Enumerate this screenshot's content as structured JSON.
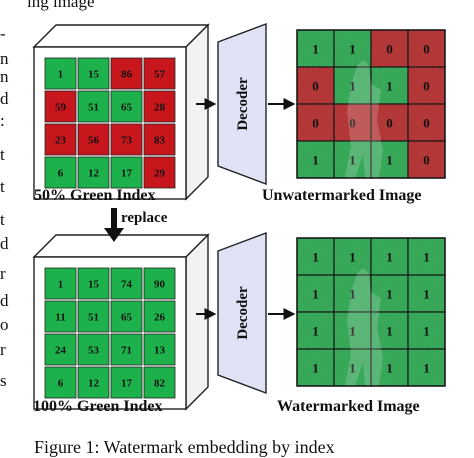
{
  "colors": {
    "green_cell": "#1db14b",
    "red_cell": "#c8161d",
    "decoder_fill": "#dfe3f5",
    "frame": "#222222"
  },
  "top_text_fragment": "ing image",
  "left_margin_text": [
    "-",
    "n",
    "n",
    "d",
    ":",
    "t",
    "t",
    "t",
    "d",
    "r",
    "d",
    "o",
    "r",
    "s"
  ],
  "top_row": {
    "index_grid": [
      [
        {
          "v": "1",
          "c": "green"
        },
        {
          "v": "15",
          "c": "green"
        },
        {
          "v": "86",
          "c": "red"
        },
        {
          "v": "57",
          "c": "red"
        }
      ],
      [
        {
          "v": "59",
          "c": "red"
        },
        {
          "v": "51",
          "c": "green"
        },
        {
          "v": "65",
          "c": "green"
        },
        {
          "v": "28",
          "c": "red"
        }
      ],
      [
        {
          "v": "23",
          "c": "red"
        },
        {
          "v": "56",
          "c": "red"
        },
        {
          "v": "73",
          "c": "red"
        },
        {
          "v": "83",
          "c": "red"
        }
      ],
      [
        {
          "v": "6",
          "c": "green"
        },
        {
          "v": "12",
          "c": "green"
        },
        {
          "v": "17",
          "c": "green"
        },
        {
          "v": "29",
          "c": "red"
        }
      ]
    ],
    "cube_label": "50% Green Index",
    "decoder_label": "Decoder",
    "bit_grid": [
      [
        {
          "v": "1",
          "c": "green"
        },
        {
          "v": "1",
          "c": "green"
        },
        {
          "v": "0",
          "c": "red"
        },
        {
          "v": "0",
          "c": "red"
        }
      ],
      [
        {
          "v": "0",
          "c": "red"
        },
        {
          "v": "1",
          "c": "green"
        },
        {
          "v": "1",
          "c": "green"
        },
        {
          "v": "0",
          "c": "red"
        }
      ],
      [
        {
          "v": "0",
          "c": "red"
        },
        {
          "v": "0",
          "c": "red"
        },
        {
          "v": "0",
          "c": "red"
        },
        {
          "v": "0",
          "c": "red"
        }
      ],
      [
        {
          "v": "1",
          "c": "green"
        },
        {
          "v": "1",
          "c": "green"
        },
        {
          "v": "1",
          "c": "green"
        },
        {
          "v": "0",
          "c": "red"
        }
      ]
    ],
    "image_label": "Unwatermarked Image"
  },
  "replace_label": "replace",
  "bottom_row": {
    "index_grid": [
      [
        {
          "v": "1",
          "c": "green"
        },
        {
          "v": "15",
          "c": "green"
        },
        {
          "v": "74",
          "c": "green"
        },
        {
          "v": "90",
          "c": "green"
        }
      ],
      [
        {
          "v": "11",
          "c": "green"
        },
        {
          "v": "51",
          "c": "green"
        },
        {
          "v": "65",
          "c": "green"
        },
        {
          "v": "26",
          "c": "green"
        }
      ],
      [
        {
          "v": "24",
          "c": "green"
        },
        {
          "v": "53",
          "c": "green"
        },
        {
          "v": "71",
          "c": "green"
        },
        {
          "v": "13",
          "c": "green"
        }
      ],
      [
        {
          "v": "6",
          "c": "green"
        },
        {
          "v": "12",
          "c": "green"
        },
        {
          "v": "17",
          "c": "green"
        },
        {
          "v": "82",
          "c": "green"
        }
      ]
    ],
    "cube_label": "100% Green Index",
    "decoder_label": "Decoder",
    "bit_grid": [
      [
        {
          "v": "1",
          "c": "green"
        },
        {
          "v": "1",
          "c": "green"
        },
        {
          "v": "1",
          "c": "green"
        },
        {
          "v": "1",
          "c": "green"
        }
      ],
      [
        {
          "v": "1",
          "c": "green"
        },
        {
          "v": "1",
          "c": "green"
        },
        {
          "v": "1",
          "c": "green"
        },
        {
          "v": "1",
          "c": "green"
        }
      ],
      [
        {
          "v": "1",
          "c": "green"
        },
        {
          "v": "1",
          "c": "green"
        },
        {
          "v": "1",
          "c": "green"
        },
        {
          "v": "1",
          "c": "green"
        }
      ],
      [
        {
          "v": "1",
          "c": "green"
        },
        {
          "v": "1",
          "c": "green"
        },
        {
          "v": "1",
          "c": "green"
        },
        {
          "v": "1",
          "c": "green"
        }
      ]
    ],
    "image_label": "Watermarked Image"
  },
  "caption": "Figure 1: Watermark embedding by index"
}
